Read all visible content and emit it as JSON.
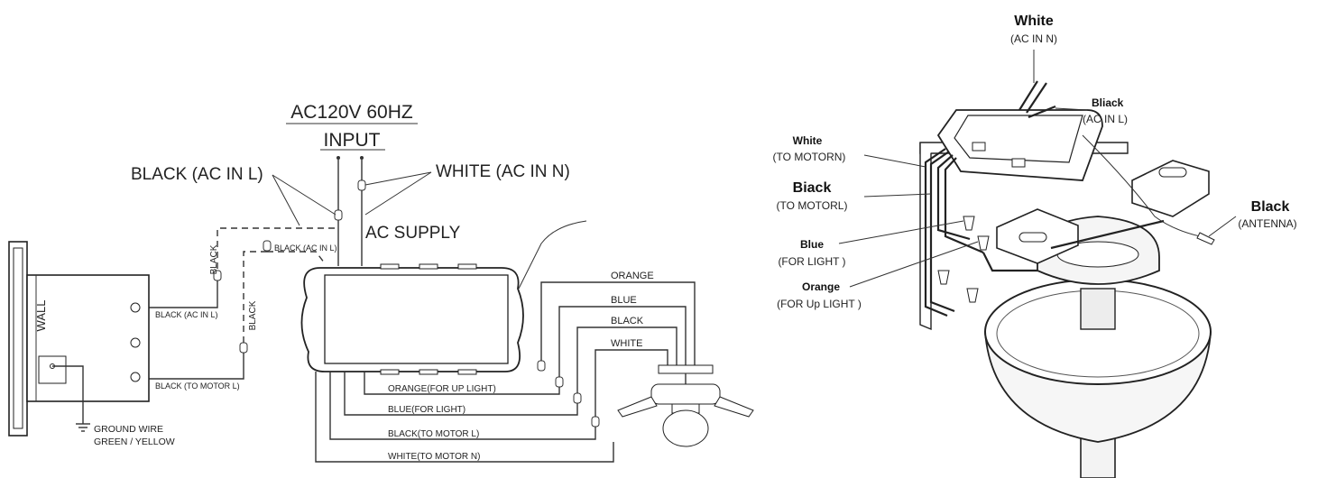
{
  "left": {
    "input_line1": "AC120V 60HZ",
    "input_line2": "INPUT",
    "black_ac_in_l": "BLACK (AC IN L)",
    "white_ac_in_n": "WHITE (AC IN N)",
    "ac_supply": "AC SUPPLY",
    "black_vert_1": "BLACK",
    "black_ac_in_l_small": "BLACK (AC IN L)",
    "black_vert_2": "BLACK",
    "wall": "WALL",
    "switch_black_ac_in_l": "BLACK (AC IN L)",
    "switch_black_to_motor_l": "BLACK (TO MOTOR L)",
    "ground_line1": "GROUND WIRE",
    "ground_line2": "GREEN / YELLOW",
    "wire_orange": "ORANGE",
    "wire_blue": "BLUE",
    "wire_black": "BLACK",
    "wire_white": "WHITE",
    "out_orange": "ORANGE(FOR UP LIGHT)",
    "out_blue": "BLUE(FOR LIGHT)",
    "out_black": "BLACK(TO MOTOR L)",
    "out_white": "WHITE(TO MOTOR N)"
  },
  "right": {
    "white_top": "White",
    "white_top_sub": "(AC IN N)",
    "black_top": "Bliack",
    "black_top_sub": "(AC IN L)",
    "white_motor": "White",
    "white_motor_sub": "(TO MOTORN)",
    "black_motor": "Biack",
    "black_motor_sub": "(TO MOTORL)",
    "blue": "Blue",
    "blue_sub": "(FOR LIGHT )",
    "orange": "Orange",
    "orange_sub": "(FOR Up LIGHT )",
    "antenna": "Black",
    "antenna_sub": "(ANTENNA)"
  }
}
